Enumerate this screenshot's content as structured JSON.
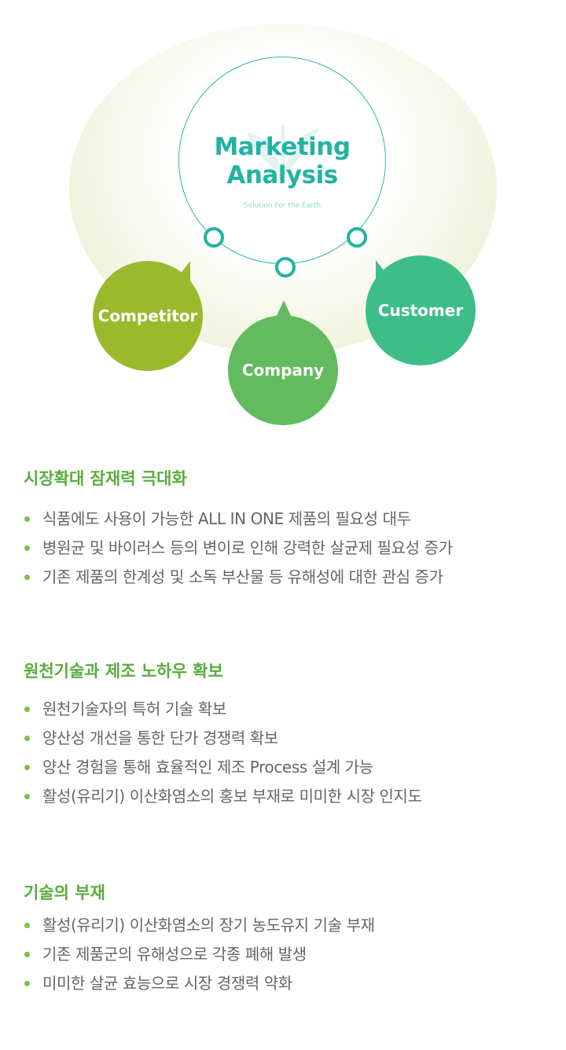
{
  "diagram": {
    "center": {
      "title_line1": "Marketing",
      "title_line2": "Analysis",
      "subtitle": "Solution For the Earth"
    },
    "nodes": [
      {
        "id": "competitor",
        "label": "Competitor",
        "color": "#9ab92d"
      },
      {
        "id": "company",
        "label": "Company",
        "color": "#62bb5e"
      },
      {
        "id": "customer",
        "label": "Customer",
        "color": "#3dbd87"
      }
    ],
    "accent_color": "#21b4a2"
  },
  "sections": [
    {
      "title": "시장확대 잠재력 극대화",
      "items": [
        "식품에도 사용이 가능한 ALL IN ONE  제품의 필요성 대두",
        "병원균 및 바이러스 등의 변이로 인해 강력한 살균제 필요성 증가",
        "기존 제품의 한계성 및 소독 부산물 등 유해성에 대한 관심 증가"
      ]
    },
    {
      "title": "원천기술과 제조 노하우 확보",
      "items": [
        "원천기술자의 특허 기술 확보",
        "양산성 개선을 통한 단가 경쟁력 확보",
        "양산 경험을 통해 효율적인 제조 Process 설계 가능",
        "활성(유리기) 이산화염소의 홍보 부재로 미미한 시장 인지도"
      ]
    },
    {
      "title": "기술의 부재",
      "items": [
        "활성(유리기) 이산화염소의 장기 농도유지 기술 부재",
        "기존 제품군의 유해성으로 각종 폐해 발생",
        "미미한 살균 효능으로 시장 경쟁력 약화"
      ]
    }
  ]
}
